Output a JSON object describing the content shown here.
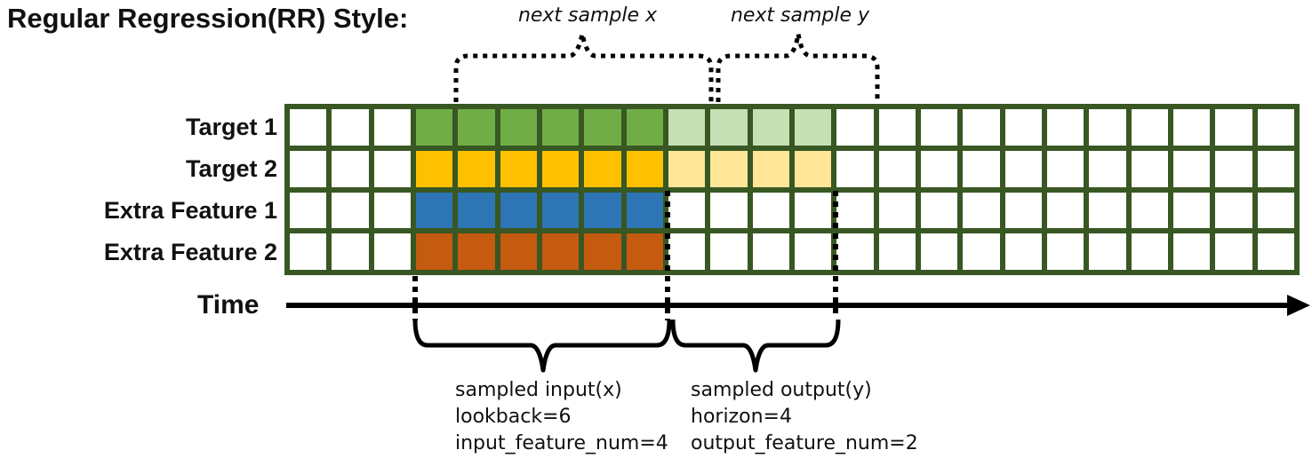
{
  "title": "Regular Regression(RR) Style:",
  "top_labels": {
    "next_sample_x": "next sample x",
    "next_sample_y": "next sample y"
  },
  "time_axis": {
    "label": "Time"
  },
  "grid": {
    "columns": 24,
    "border_color": "#385723",
    "rows": [
      {
        "label": "Target 1",
        "segments": [
          {
            "count": 3,
            "color": "#ffffff"
          },
          {
            "count": 6,
            "color": "#70ad47"
          },
          {
            "count": 4,
            "color": "#c6e0b4"
          },
          {
            "count": 11,
            "color": "#ffffff"
          }
        ]
      },
      {
        "label": "Target 2",
        "segments": [
          {
            "count": 3,
            "color": "#ffffff"
          },
          {
            "count": 6,
            "color": "#ffc000"
          },
          {
            "count": 4,
            "color": "#ffe699"
          },
          {
            "count": 11,
            "color": "#ffffff"
          }
        ]
      },
      {
        "label": "Extra Feature 1",
        "segments": [
          {
            "count": 3,
            "color": "#ffffff"
          },
          {
            "count": 6,
            "color": "#2e75b6"
          },
          {
            "count": 15,
            "color": "#ffffff"
          }
        ]
      },
      {
        "label": "Extra Feature 2",
        "segments": [
          {
            "count": 3,
            "color": "#ffffff"
          },
          {
            "count": 6,
            "color": "#c55a11"
          },
          {
            "count": 15,
            "color": "#ffffff"
          }
        ]
      }
    ]
  },
  "annotations": {
    "input": {
      "line1": "sampled input(x)",
      "line2": "lookback=6",
      "line3": "input_feature_num=4"
    },
    "output": {
      "line1": "sampled output(y)",
      "line2": "horizon=4",
      "line3": "output_feature_num=2"
    }
  },
  "colors": {
    "input_target1": "#70ad47",
    "input_target2": "#ffc000",
    "input_extra1": "#2e75b6",
    "input_extra2": "#c55a11",
    "output_target1": "#c6e0b4",
    "output_target2": "#ffe699",
    "grid_border": "#385723",
    "ink": "#000000"
  }
}
